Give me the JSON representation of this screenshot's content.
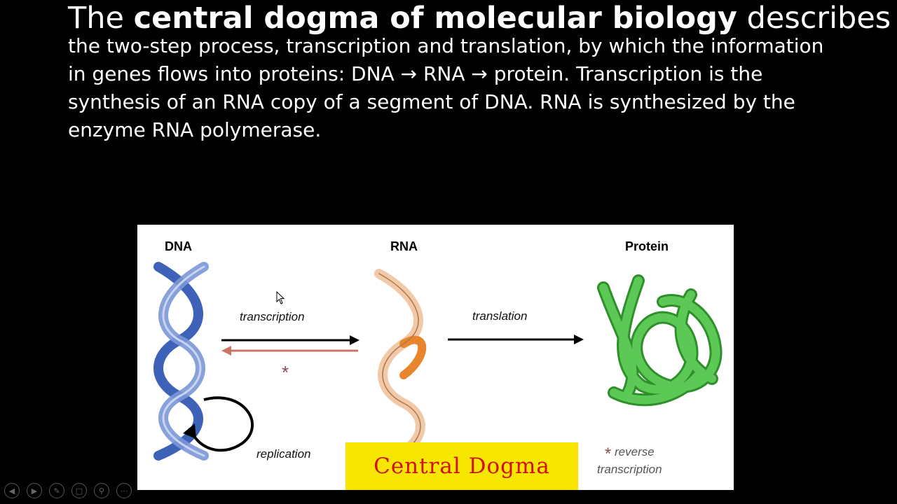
{
  "slide": {
    "title_prefix": "The ",
    "title_bold": "central dogma of molecular biology",
    "title_suffix": " describes",
    "body": "the two-step process, transcription and translation, by which the information in genes flows into proteins: DNA → RNA → protein. Transcription is the synthesis of an RNA copy of a segment of DNA. RNA is synthesized by the enzyme RNA polymerase."
  },
  "figure": {
    "dna_label": "DNA",
    "rna_label": "RNA",
    "protein_label": "Protein",
    "transcription_label": "transcription",
    "translation_label": "translation",
    "replication_label": "replication",
    "asterisk": "*",
    "banner": "Central Dogma",
    "reverse_star": "*",
    "reverse_line1": "reverse",
    "reverse_line2": "transcription",
    "colors": {
      "dna": "#3e62b8",
      "rna_light": "#f1c9a6",
      "rna_dark": "#e9852c",
      "protein": "#4dbb47",
      "reverse_arrow": "#cc7566",
      "banner_bg": "#f6e600",
      "banner_text": "#d0101a"
    }
  },
  "controls": [
    "prev-icon",
    "next-icon",
    "pen-icon",
    "slides-icon",
    "zoom-icon",
    "more-icon"
  ]
}
